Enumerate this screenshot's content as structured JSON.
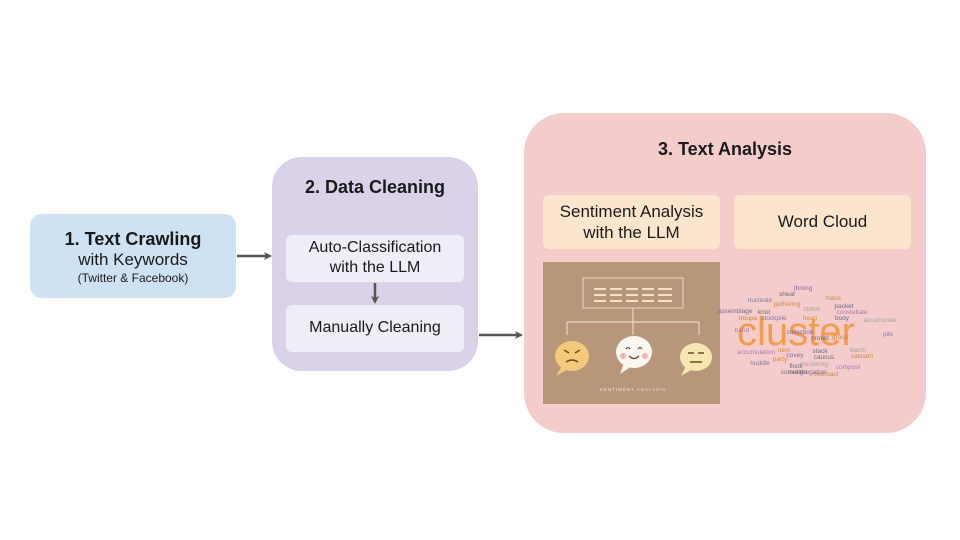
{
  "step1": {
    "title": "1. Text Crawling",
    "subtitle": "with Keywords",
    "sources": "(Twitter & Facebook)"
  },
  "step2": {
    "title": "2. Data Cleaning",
    "auto_line1": "Auto-Classification",
    "auto_line2": "with the LLM",
    "manual": "Manually Cleaning"
  },
  "step3": {
    "title": "3. Text Analysis",
    "sentiment_line1": "Sentiment Analysis",
    "sentiment_line2": "with the LLM",
    "wordcloud": "Word Cloud",
    "sentiment_image_caption": "SENTIMENT ANALYSIS",
    "wordcloud_words": {
      "main": "cluster",
      "others": [
        "throng",
        "sheaf",
        "mass",
        "nucleate",
        "gathering",
        "packet",
        "clutch",
        "constellate",
        "assemblage",
        "knot",
        "troupe",
        "stockpile",
        "heap",
        "body",
        "accumulate",
        "band",
        "collection",
        "crowd",
        "group",
        "pile",
        "nest",
        "stack",
        "batch",
        "accumulation",
        "covey",
        "caucus",
        "caisson",
        "huddle",
        "party",
        "flock",
        "clustering",
        "compost",
        "congregation",
        "cumulate",
        "overcast"
      ]
    }
  },
  "colors": {
    "step1_bg": "#cfe2f3",
    "step2_bg": "#d9d2e9",
    "step3_bg": "#f4cccc",
    "peach": "#fce5cd",
    "arrow": "#555555"
  }
}
